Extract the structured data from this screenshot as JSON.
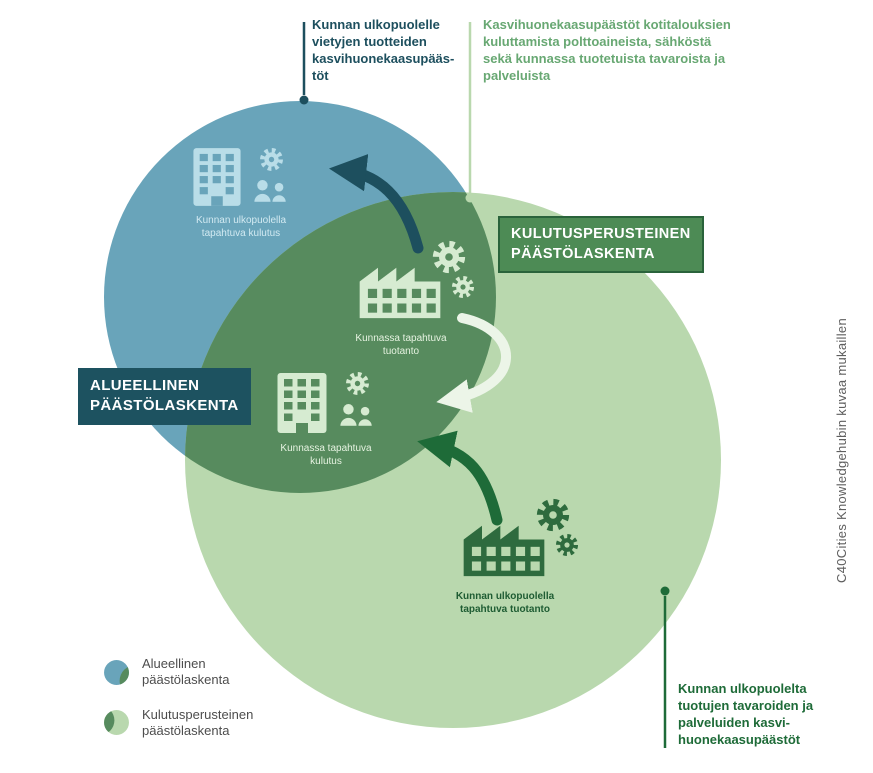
{
  "annotations": {
    "top_left": "Kunnan ulkopuolelle\nvietyjen tuotteiden\nkasvihuonekaasupääs-\ntöt",
    "top_middle": "Kasvihuonekaasupäästöt kotitalouksien\nkuluttamista polttoaineista, sähköstä\nsekä kunnassa tuotetuista tavaroista ja\npalveluista",
    "bottom_right": "Kunnan ulkopuolelta\ntuotujen tavaroiden ja\npalveluiden kasvi-\nhuonekaasupäästöt"
  },
  "boxes": {
    "consumption": "KULUTUSPERUSTEINEN\nPÄÄSTÖLASKENTA",
    "regional": "ALUEELLINEN\nPÄÄSTÖLASKENTA"
  },
  "nodes": {
    "outside_consumption": "Kunnan ulkopuolella\ntapahtuva kulutus",
    "municipal_production": "Kunnassa tapahtuva\ntuotanto",
    "municipal_consumption": "Kunnassa tapahtuva\nkulutus",
    "outside_production": "Kunnan ulkopuolella\ntapahtuva tuotanto"
  },
  "legend": {
    "items": [
      {
        "label": "Alueellinen\npäästölaskenta"
      },
      {
        "label": "Kulutusperusteinen\npäästölaskenta"
      }
    ]
  },
  "credit": "C40Cities Knowledgehubin kuvaa mukaillen",
  "colors": {
    "regional_circle": "#69a4ba",
    "consumption_circle": "#b9d8ae",
    "overlap": "#578b5e",
    "dark_teal": "#1d4f5e",
    "dark_green": "#1e6b38",
    "box_green": "#4d8b55",
    "annotation_green": "#68a873",
    "pale_arrow": "#ecf5e8"
  },
  "icons": {
    "building": "building-icon",
    "factory": "factory-icon",
    "gear": "gear-icon",
    "people": "people-icon",
    "regional_legend": "venn-regional-icon",
    "consumption_legend": "venn-consumption-icon"
  }
}
